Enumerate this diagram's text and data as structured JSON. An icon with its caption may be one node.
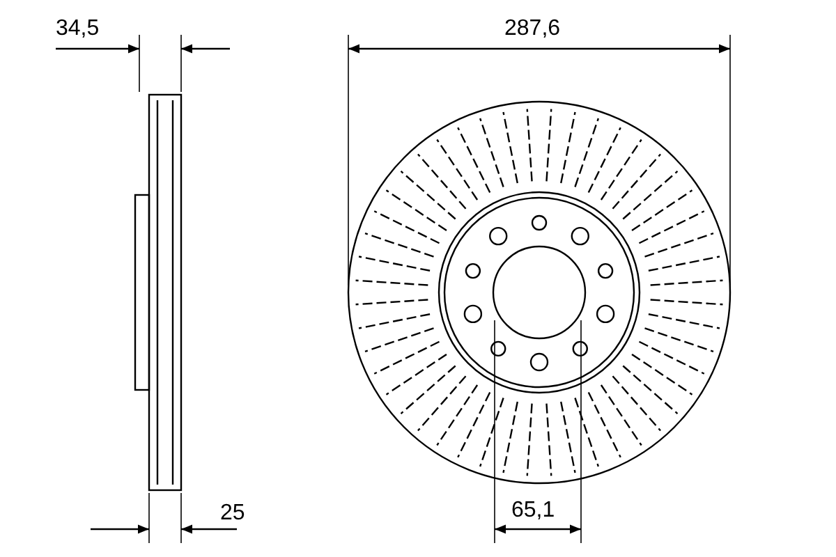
{
  "diagram": {
    "labels": [
      "34,5",
      "287,6",
      "25",
      "65,1"
    ]
  }
}
